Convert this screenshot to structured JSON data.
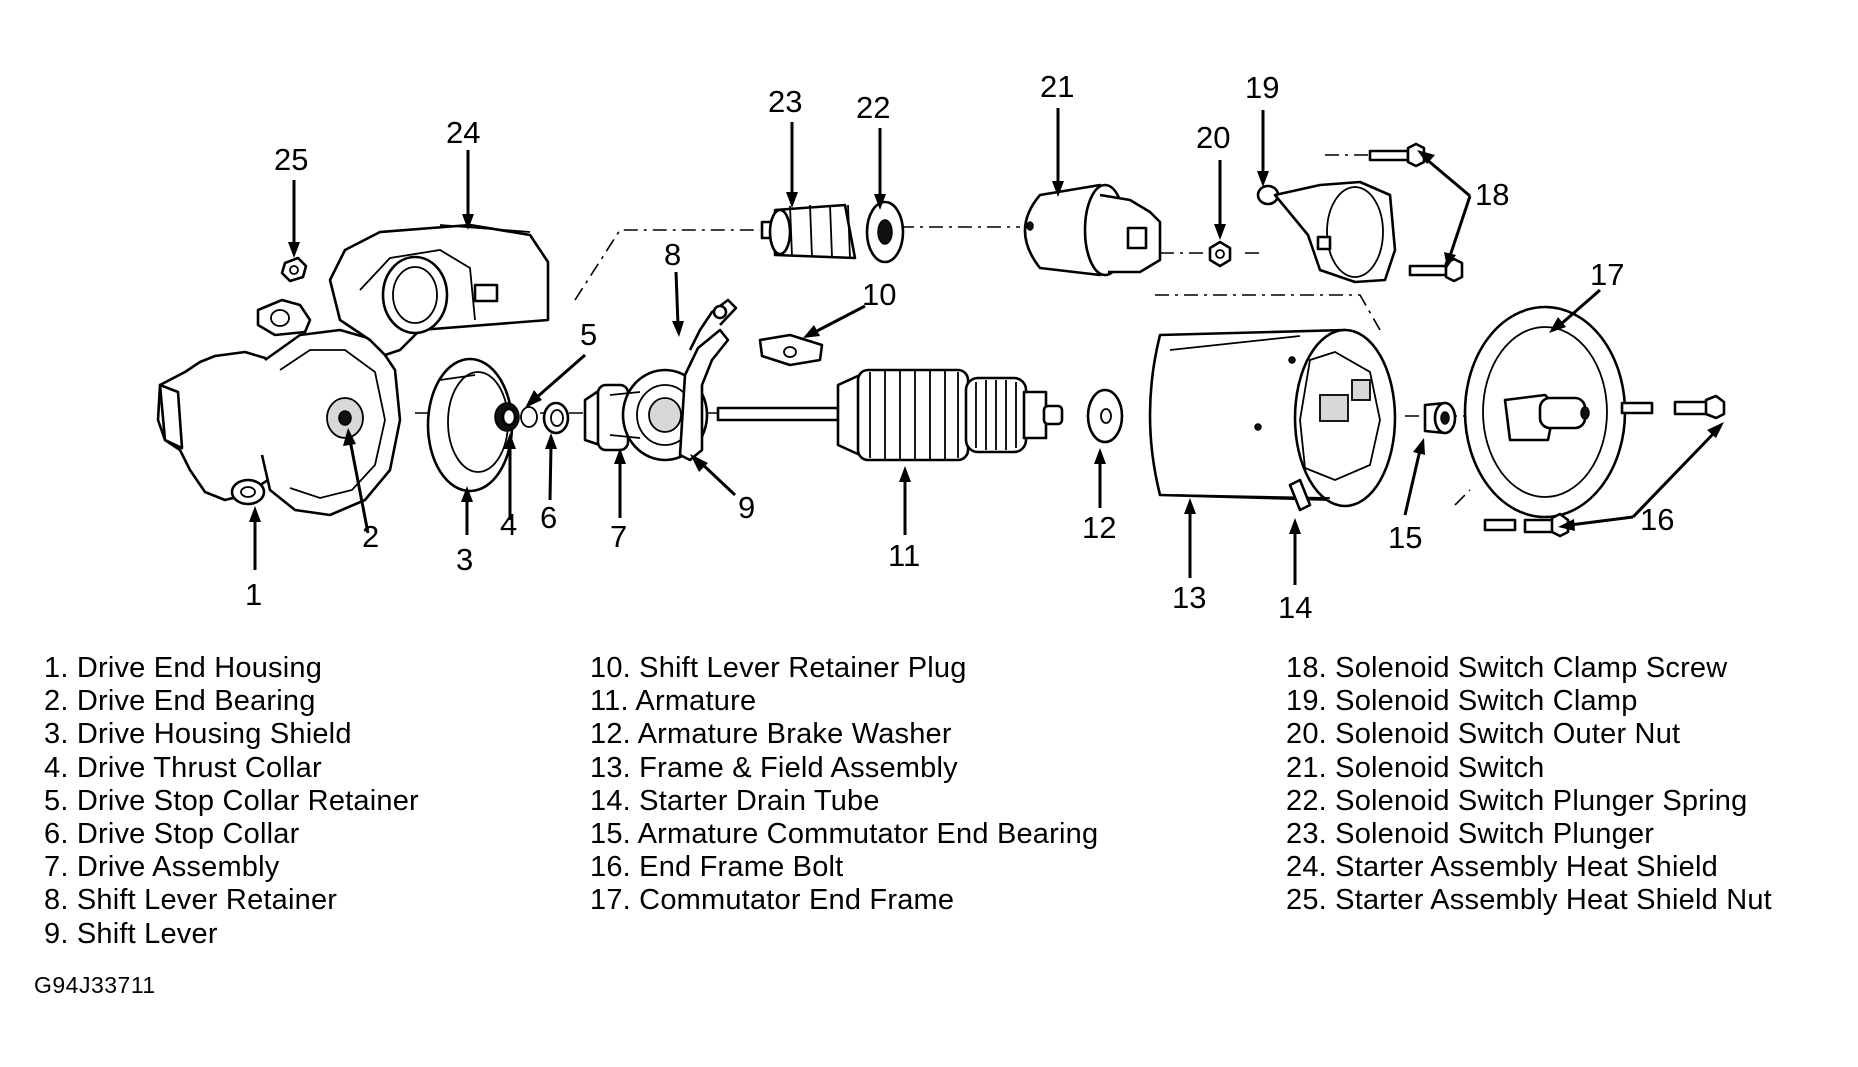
{
  "callouts": [
    "1",
    "2",
    "3",
    "4",
    "5",
    "6",
    "7",
    "8",
    "9",
    "10",
    "11",
    "12",
    "13",
    "14",
    "15",
    "16",
    "17",
    "18",
    "19",
    "20",
    "21",
    "22",
    "23",
    "24",
    "25"
  ],
  "legend": {
    "col1": [
      "1. Drive End Housing",
      "2. Drive End Bearing",
      "3. Drive Housing Shield",
      "4. Drive Thrust Collar",
      "5. Drive Stop Collar Retainer",
      "6. Drive Stop Collar",
      "7. Drive Assembly",
      "8. Shift Lever Retainer",
      "9. Shift Lever"
    ],
    "col2": [
      "10. Shift Lever Retainer Plug",
      "11. Armature",
      "12. Armature Brake Washer",
      "13. Frame & Field Assembly",
      "14. Starter Drain Tube",
      "15. Armature Commutator End Bearing",
      "16. End Frame Bolt",
      "17. Commutator End Frame"
    ],
    "col3": [
      "18. Solenoid Switch Clamp Screw",
      "19. Solenoid Switch Clamp",
      "20. Solenoid Switch Outer Nut",
      "21. Solenoid Switch",
      "22. Solenoid Switch Plunger Spring",
      "23. Solenoid Switch Plunger",
      "24. Starter Assembly Heat Shield",
      "25. Starter Assembly Heat Shield Nut"
    ]
  },
  "figure_code": "G94J33711",
  "colors": {
    "ink": "#000000",
    "background": "#ffffff"
  }
}
